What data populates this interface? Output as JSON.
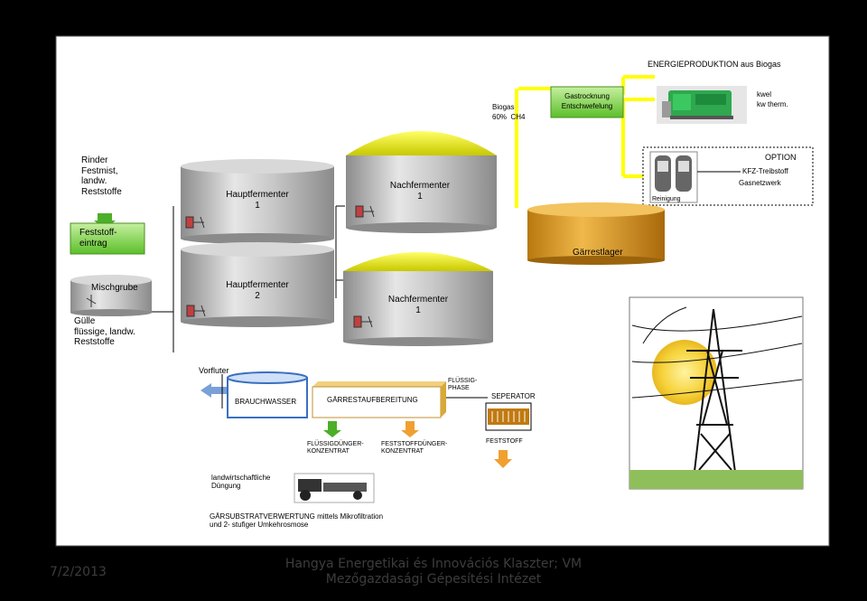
{
  "energy": {
    "title": "ENERGIEPRODUKTION aus Biogas",
    "biogas_line1": "Biogas",
    "biogas_line2": "60%  CH4",
    "gas_box_line1": "Gastrocknung",
    "gas_box_line2": "Entschwefelung",
    "kwel": "kwel",
    "kwtherm": "kw therm."
  },
  "option": {
    "title": "OPTION",
    "kfz": "KFZ-Treibstoff",
    "netz": "Gasnetzwerk",
    "cleaning": "Reinigung"
  },
  "inputs": {
    "rinder": "Rinder\nFestmist,\nlandw.\nReststoffe",
    "feststoff": "Feststoff-\neintrag",
    "mischgrube": "Mischgrube",
    "guelle": "Gülle\nflüssige, landw.\nReststoffe"
  },
  "tanks": {
    "haupt1": "Hauptfermenter\n1",
    "nach1": "Nachfermenter\n1",
    "haupt2": "Hauptfermenter\n2",
    "nach2": "Nachfermenter\n1",
    "lager": "Gärrestlager"
  },
  "process": {
    "vorfluter": "Vorfluter",
    "brauchwasser": "BRAUCHWASSER",
    "aufbereitung": "GÄRRESTAUFBEREITUNG",
    "fluessigphase": "FLÜSSIG-\nPHASE",
    "separator": "SEPERATOR",
    "fluessigduenger": "FLÜSSIGDÜNGER-\nKONZENTRAT",
    "feststoffduenger": "FESTSTOFFDÜNGER-\nKONZENTRAT",
    "feststoff": "FESTSTOFF",
    "duengung": "landwirtschaftliche\nDüngung",
    "verwertung": "GÄRSUBSTRATVERWERTUNG mittels Mikrofiltration\nund 2- stufiger Umkehrosmose"
  },
  "footer": {
    "date": "7/2/2013",
    "org_line1": "Hangya Energetikai és Innovációs Klaszter; VM",
    "org_line2": "Mezőgazdasági Gépesítési Intézet"
  },
  "colors": {
    "pipe_yellow": "#ffff00",
    "dome_yellow": "#e8e820",
    "tank_gray": "#a9a9a9",
    "lager_orange": "#d99c1f",
    "gas_box_green": "#7fd34a",
    "arrow_orange": "#f0a030",
    "arrow_green": "#4caf28"
  },
  "icons": [
    "mixer-icon",
    "gas-generator-icon",
    "gas-cleaning-icon",
    "tractor-icon",
    "power-pylon-icon",
    "separator-icon"
  ]
}
